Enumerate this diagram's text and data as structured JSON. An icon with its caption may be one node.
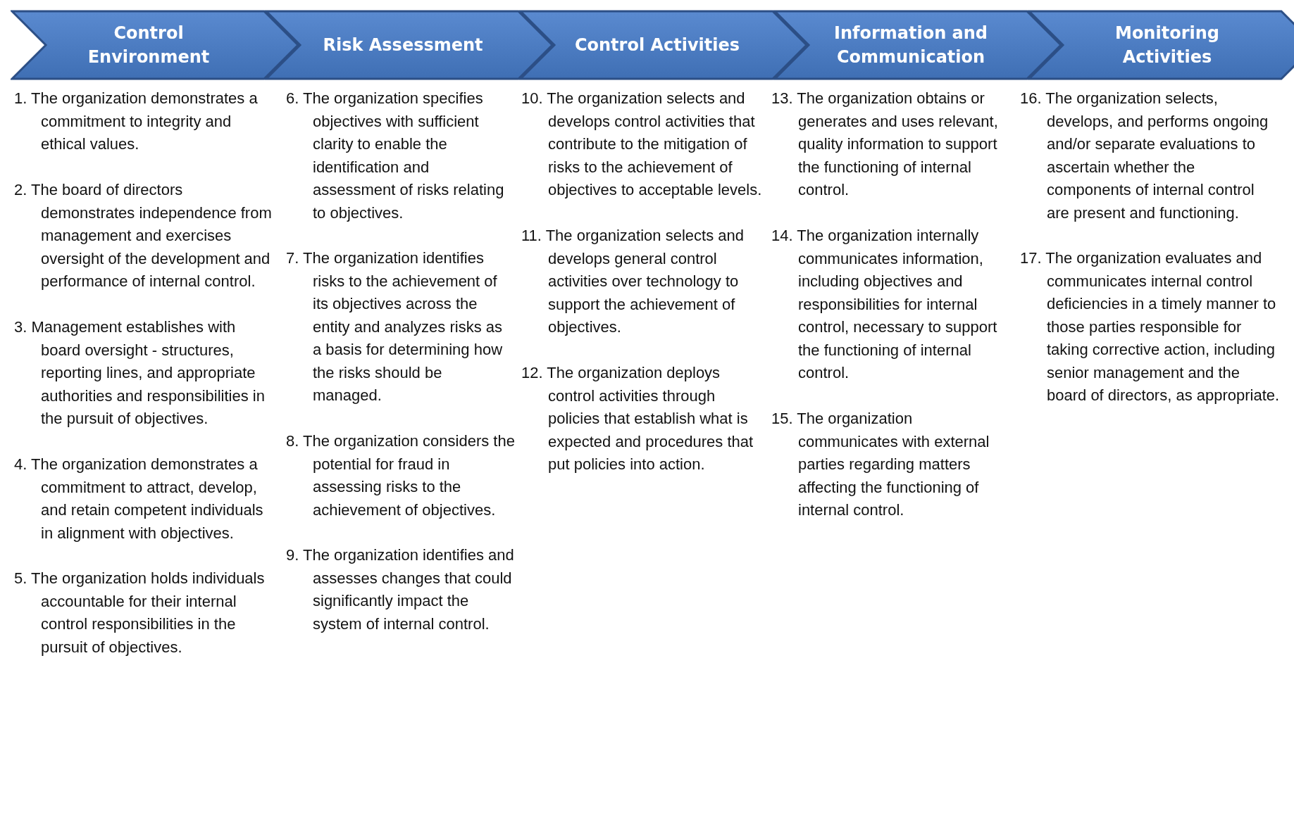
{
  "diagram": {
    "nodes": [
      {
        "text": [
          "Control Environment"
        ],
        "beside": [
          "1. The organization demonstrates a commitment to integrity and ethical values.",
          "2. The board of directors demonstrates independence from management and exercises oversight of the development and performance of internal control.",
          "3. Management establishes with board oversight - structures, reporting lines, and appropriate authorities and responsibilities in the pursuit of objectives.",
          "4. The organization demonstrates a commitment to attract, develop, and retain competent individuals in alignment with objectives.",
          "5. The organization holds individuals accountable for their internal control responsibilities in the pursuit of objectives."
        ]
      },
      {
        "text": [
          "Risk Assessment"
        ],
        "beside": [
          "6. The organization specifies objectives with sufficient clarity to enable the identification and assessment of risks relating to objectives.",
          "7. The organization identifies risks to the achievement of its objectives across the entity and analyzes risks as a basis for determining how the risks should be managed.",
          "8. The organization considers the potential for fraud in assessing risks to the achievement of objectives.",
          "9. The organization identifies and assesses changes that could significantly impact the system of internal control."
        ]
      },
      {
        "text": [
          "Control Activities"
        ],
        "beside": [
          "10. The organization selects and develops control activities that contribute to the mitigation of risks to the achievement of objectives to acceptable levels.",
          "11. The organization selects and develops general control activities over technology to support the achievement of objectives.",
          "12. The organization deploys control activities through policies that establish what is expected and procedures that put policies into action."
        ]
      },
      {
        "text": [
          "Information and Communication"
        ],
        "beside": [
          "13. The organization obtains or generates and uses relevant, quality information to support the functioning of internal control.",
          "14. The organization internally communicates information, including objectives and responsibilities for internal control, necessary to support the functioning of internal control.",
          "15. The organization communicates with external parties regarding matters affecting the functioning of internal control."
        ]
      },
      {
        "text": [
          "Monitoring Activities"
        ],
        "beside": [
          "16. The organization selects, develops, and performs ongoing and/or separate evaluations to ascertain whether the components of internal control are present and functioning.",
          "17. The organization evaluates and communicates internal control deficiencies in a timely manner to those parties responsible for taking corrective action, including senior management and the board of directors, as appropriate."
        ]
      }
    ]
  }
}
